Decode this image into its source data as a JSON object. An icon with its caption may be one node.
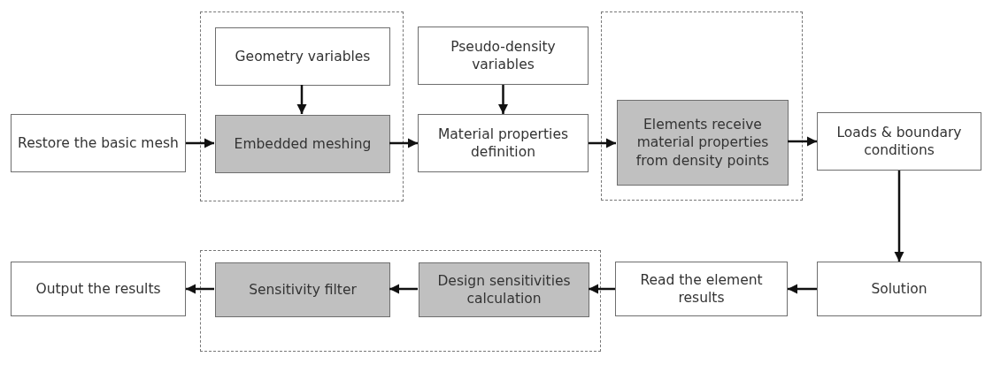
{
  "diagram": {
    "nodes": [
      {
        "text": [
          "Restore the basic mesh"
        ]
      },
      {
        "text": [],
        "shape": "box"
      },
      {
        "text": [
          "Geometry variables"
        ],
        "in": 1
      },
      {
        "text": [
          "Embedded meshing"
        ],
        "in": 1
      },
      {
        "text": [
          "Pseudo-density variables"
        ]
      },
      {
        "text": [
          "Material properties definition"
        ]
      },
      {
        "text": [],
        "shape": "box"
      },
      {
        "text": [
          "Elements receive material properties from density points"
        ],
        "in": 6
      },
      {
        "text": [
          "Loads & boundary conditions"
        ]
      },
      {
        "text": [
          "Output the results"
        ]
      },
      {
        "text": [],
        "shape": "box"
      },
      {
        "text": [
          "Sensitivity filter"
        ],
        "in": 10
      },
      {
        "text": [
          "Design sensitivities calculation"
        ],
        "in": 10
      },
      {
        "text": [
          "Read the element results"
        ]
      },
      {
        "text": [
          "Solution"
        ]
      }
    ],
    "edges": [
      {
        "from": 0,
        "to": 3,
        "arrow": "to"
      },
      {
        "from": 2,
        "to": 3,
        "arrow": "to"
      },
      {
        "from": 3,
        "to": 5,
        "arrow": "to"
      },
      {
        "from": 4,
        "to": 5,
        "arrow": "to"
      },
      {
        "from": 5,
        "to": 7,
        "arrow": "to"
      },
      {
        "from": 7,
        "to": 8,
        "arrow": "to"
      },
      {
        "from": 8,
        "to": 14,
        "arrow": "to"
      },
      {
        "from": 14,
        "to": 13,
        "arrow": "to"
      },
      {
        "from": 13,
        "to": 12,
        "arrow": "to"
      },
      {
        "from": 12,
        "to": 11,
        "arrow": "to"
      },
      {
        "from": 11,
        "to": 9,
        "arrow": "to"
      }
    ]
  }
}
